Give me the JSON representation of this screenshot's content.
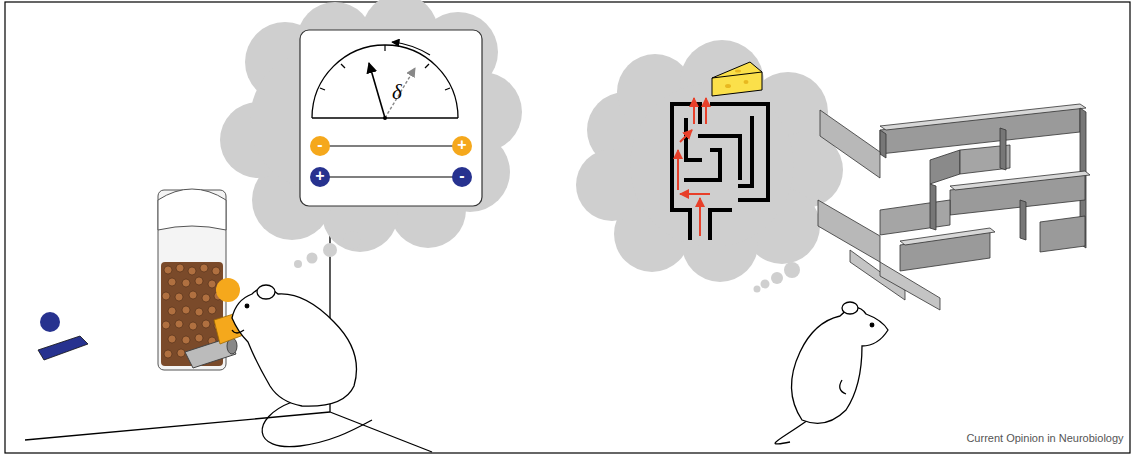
{
  "diagram": {
    "labels": [
      "δ",
      "-",
      "+",
      "+",
      "-",
      "Current Opinion in Neurobiology"
    ]
  }
}
